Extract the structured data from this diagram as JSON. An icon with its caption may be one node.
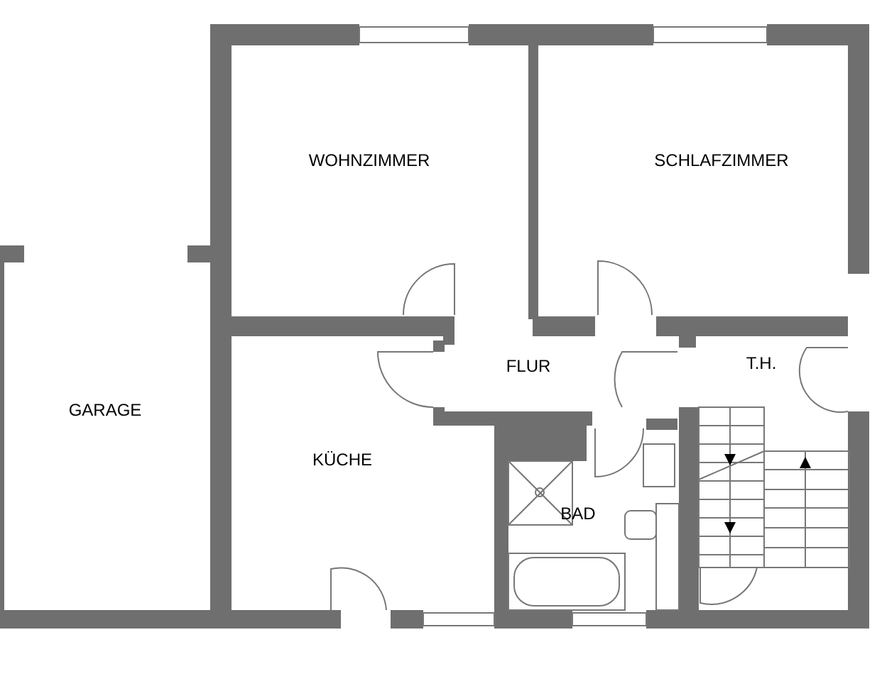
{
  "diagram": {
    "labels": [
      "WOHNZIMMER",
      "SCHLAFZIMMER",
      "FLUR",
      "T.H.",
      "GARAGE",
      "KÜCHE",
      "BAD"
    ]
  }
}
